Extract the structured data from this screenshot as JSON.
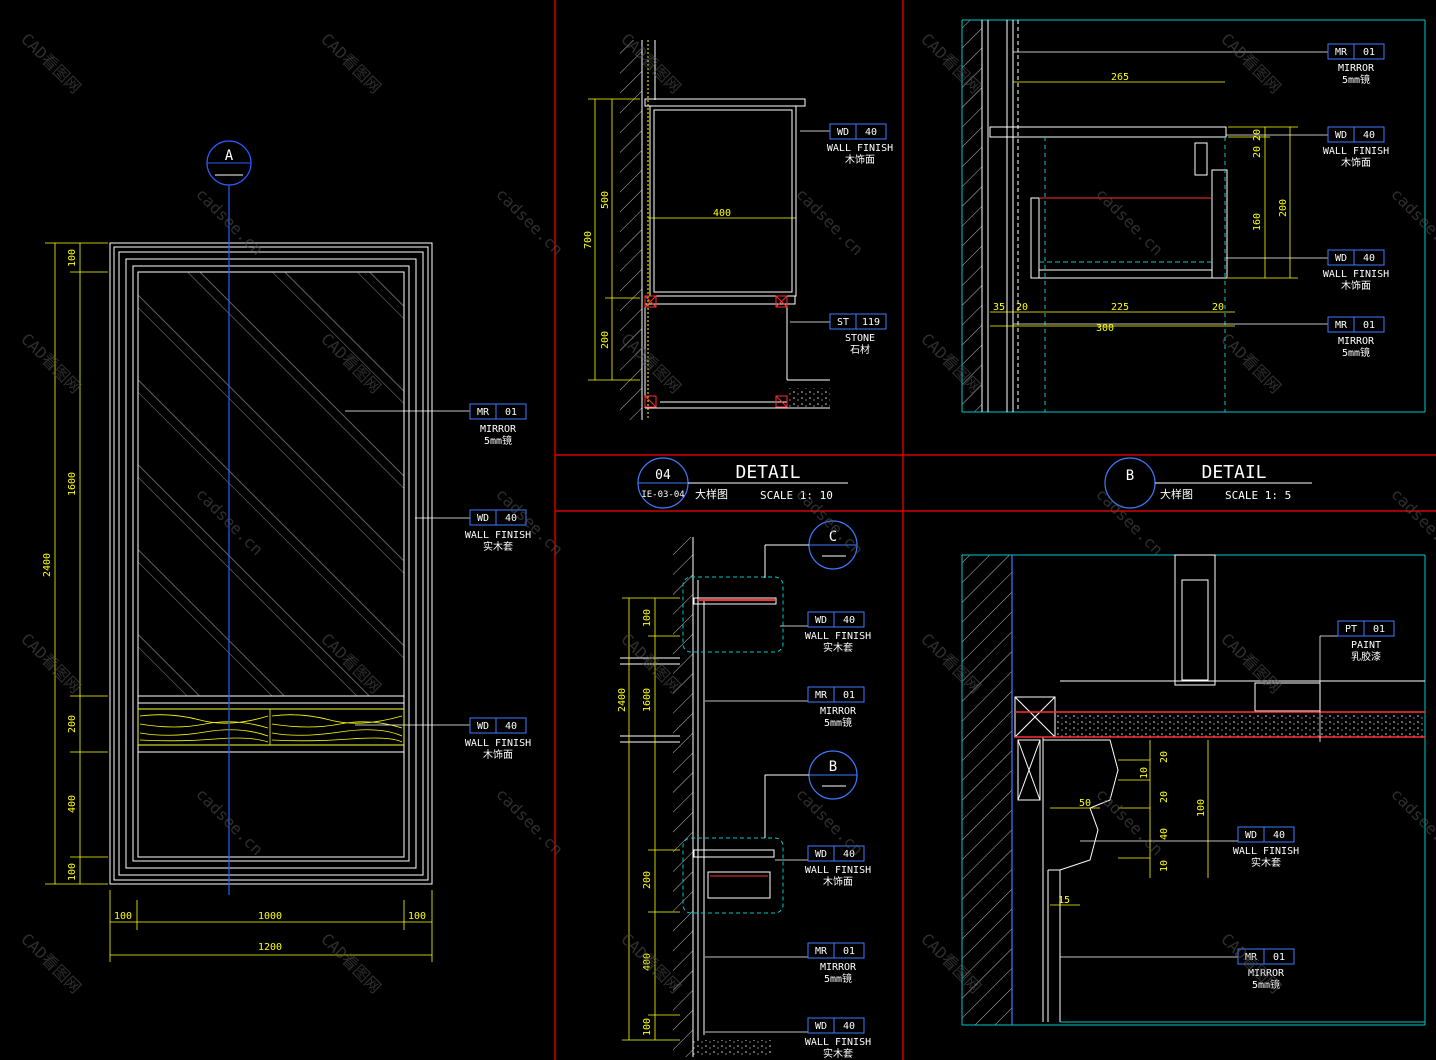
{
  "colors": {
    "background": "#000000",
    "frame": "#ff0000",
    "dimension": "#ffff00",
    "linework": "#ffffff",
    "tag_box": "#3c7bff",
    "tag_text": "#ffffff",
    "note_text": "#ffffff",
    "centerline": "#2a5cff",
    "cyan": "#00c8c8",
    "red_detail": "#ff3030"
  },
  "watermarks": [
    "CAD看图网",
    "cadsee.cn"
  ],
  "elevation": {
    "section_marker": "A",
    "dims_vertical": [
      "100",
      "1600",
      "200",
      "400",
      "100"
    ],
    "dim_total_vertical": "2400",
    "dims_horizontal": [
      "100",
      "1000",
      "100"
    ],
    "dim_total_horizontal": "1200",
    "tags": [
      {
        "code": "MR",
        "num": "01",
        "line1": "MIRROR",
        "line2": "5mm镜"
      },
      {
        "code": "WD",
        "num": "40",
        "line1": "WALL FINISH",
        "line2": "实木套"
      },
      {
        "code": "WD",
        "num": "40",
        "line1": "WALL FINISH",
        "line2": "木饰面"
      }
    ]
  },
  "detail_04": {
    "dims_vertical": [
      "500",
      "200"
    ],
    "dim_total_vertical": "700",
    "dim_width": "400",
    "tags": [
      {
        "code": "WD",
        "num": "40",
        "line1": "WALL FINISH",
        "line2": "木饰面"
      },
      {
        "code": "ST",
        "num": "119",
        "line1": "STONE",
        "line2": "石材"
      }
    ],
    "title_circle_top": "04",
    "title_circle_bottom": "IE-03-04",
    "title": "DETAIL",
    "title_cn": "大样图",
    "scale": "SCALE  1: 10"
  },
  "detail_top_right": {
    "dim_top": "265",
    "dims_right_small": [
      "20",
      "20"
    ],
    "dim_right_a": "160",
    "dim_right_b": "200",
    "dims_bottom": [
      "35",
      "20",
      "225",
      "20"
    ],
    "dim_bottom_total": "300",
    "tags": [
      {
        "code": "MR",
        "num": "01",
        "line1": "MIRROR",
        "line2": "5mm镜"
      },
      {
        "code": "WD",
        "num": "40",
        "line1": "WALL FINISH",
        "line2": "木饰面"
      },
      {
        "code": "WD",
        "num": "40",
        "line1": "WALL FINISH",
        "line2": "木饰面"
      },
      {
        "code": "MR",
        "num": "01",
        "line1": "MIRROR",
        "line2": "5mm镜"
      }
    ]
  },
  "detail_B": {
    "title_circle": "B",
    "title": "DETAIL",
    "title_cn": "大样图",
    "scale": "SCALE  1: 5"
  },
  "section_mid": {
    "markers": [
      "C",
      "B"
    ],
    "dims_vertical": [
      "100",
      "1600",
      "200",
      "400",
      "100"
    ],
    "dim_total_vertical": "2400",
    "tags": [
      {
        "code": "WD",
        "num": "40",
        "line1": "WALL FINISH",
        "line2": "实木套"
      },
      {
        "code": "MR",
        "num": "01",
        "line1": "MIRROR",
        "line2": "5mm镜"
      },
      {
        "code": "WD",
        "num": "40",
        "line1": "WALL FINISH",
        "line2": "木饰面"
      },
      {
        "code": "MR",
        "num": "01",
        "line1": "MIRROR",
        "line2": "5mm镜"
      },
      {
        "code": "WD",
        "num": "40",
        "line1": "WALL FINISH",
        "line2": "实木套"
      }
    ]
  },
  "detail_B_drawing": {
    "dims": [
      "20",
      "10",
      "20",
      "40",
      "10",
      "100",
      "50",
      "15"
    ],
    "tags": [
      {
        "code": "PT",
        "num": "01",
        "line1": "PAINT",
        "line2": "乳胶漆"
      },
      {
        "code": "WD",
        "num": "40",
        "line1": "WALL FINISH",
        "line2": "实木套"
      },
      {
        "code": "MR",
        "num": "01",
        "line1": "MIRROR",
        "line2": "5mm镜"
      }
    ]
  }
}
